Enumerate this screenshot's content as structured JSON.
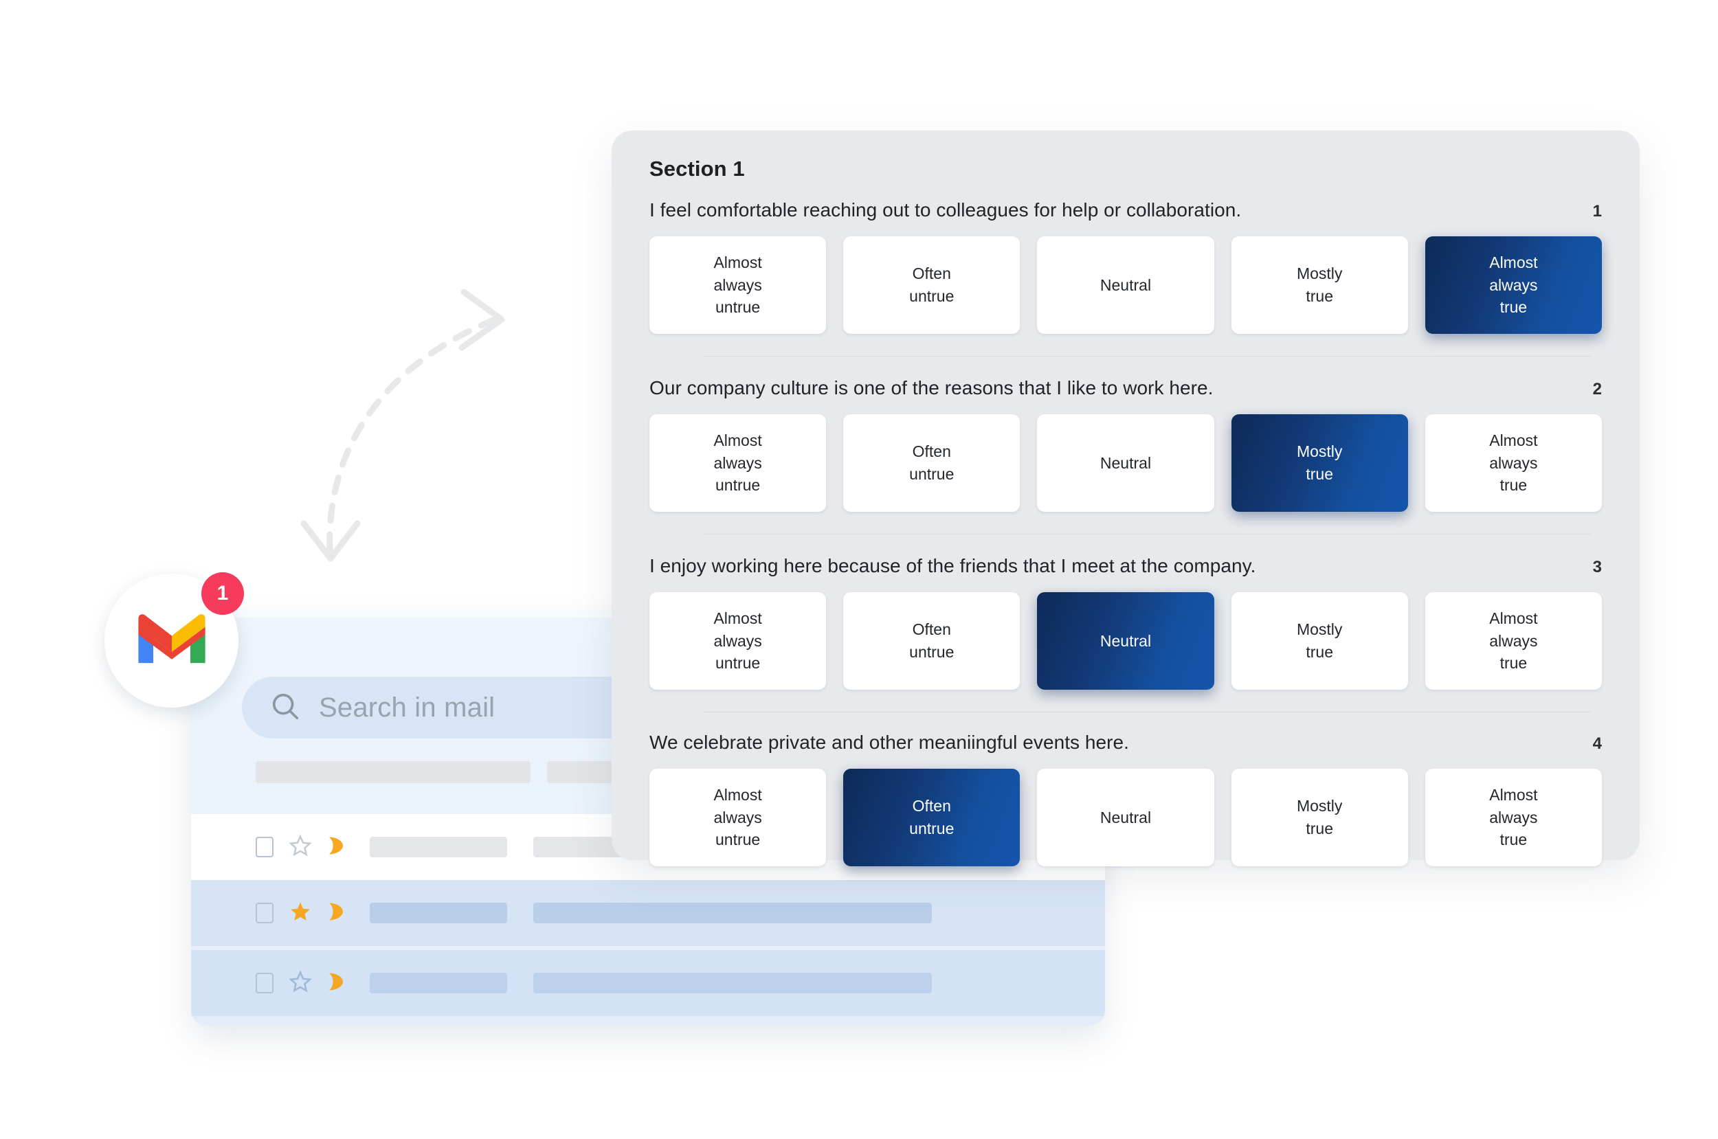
{
  "survey": {
    "section_title": "Section 1",
    "scale_options": [
      "Almost\nalways\nuntrue",
      "Often\nuntrue",
      "Neutral",
      "Mostly\ntrue",
      "Almost\nalways\ntrue"
    ],
    "accent_selected_dark": "#0e2a58",
    "accent_selected_light": "#1454ab",
    "card_background": "#e7e9ec",
    "questions": [
      {
        "number": "1",
        "text": "I feel comfortable reaching out to colleagues for help or collaboration.",
        "options": [
          "Almost\nalways\nuntrue",
          "Often\nuntrue",
          "Neutral",
          "Mostly\ntrue",
          "Almost\nalways\ntrue"
        ],
        "selected_index": 4
      },
      {
        "number": "2",
        "text": "Our company culture is one of the reasons that I like to work here.",
        "options": [
          "Almost\nalways\nuntrue",
          "Often\nuntrue",
          "Neutral",
          "Mostly\ntrue",
          "Almost\nalways\ntrue"
        ],
        "selected_index": 3
      },
      {
        "number": "3",
        "text": "I enjoy working here because of the friends that I meet at the company.",
        "options": [
          "Almost\nalways\nuntrue",
          "Often\nuntrue",
          "Neutral",
          "Mostly\ntrue",
          "Almost\nalways\ntrue"
        ],
        "selected_index": 2
      },
      {
        "number": "4",
        "text": "We celebrate private and other meaniingful events here.",
        "options": [
          "Almost\nalways\nuntrue",
          "Often\nuntrue",
          "Neutral",
          "Mostly\ntrue",
          "Almost\nalways\ntrue"
        ],
        "selected_index": 1
      }
    ]
  },
  "gmail": {
    "app_icon": "gmail-logo-icon",
    "badge_count": "1",
    "badge_color": "#f63b5c",
    "search": {
      "icon": "search-icon",
      "placeholder": "Search in mail",
      "value": ""
    },
    "mail_rows": [
      {
        "checkbox_icon": "checkbox-icon",
        "star_icon": "star-outline-icon",
        "important_icon": "important-marker-icon",
        "starred": false,
        "highlighted": false
      },
      {
        "checkbox_icon": "checkbox-icon",
        "star_icon": "star-filled-icon",
        "important_icon": "important-marker-icon",
        "starred": true,
        "highlighted": true
      },
      {
        "checkbox_icon": "checkbox-icon",
        "star_icon": "star-outline-icon",
        "important_icon": "important-marker-icon",
        "starred": false,
        "highlighted": true
      }
    ]
  },
  "decor": {
    "arrow_icon": "curved-dashed-arrow-icon"
  }
}
